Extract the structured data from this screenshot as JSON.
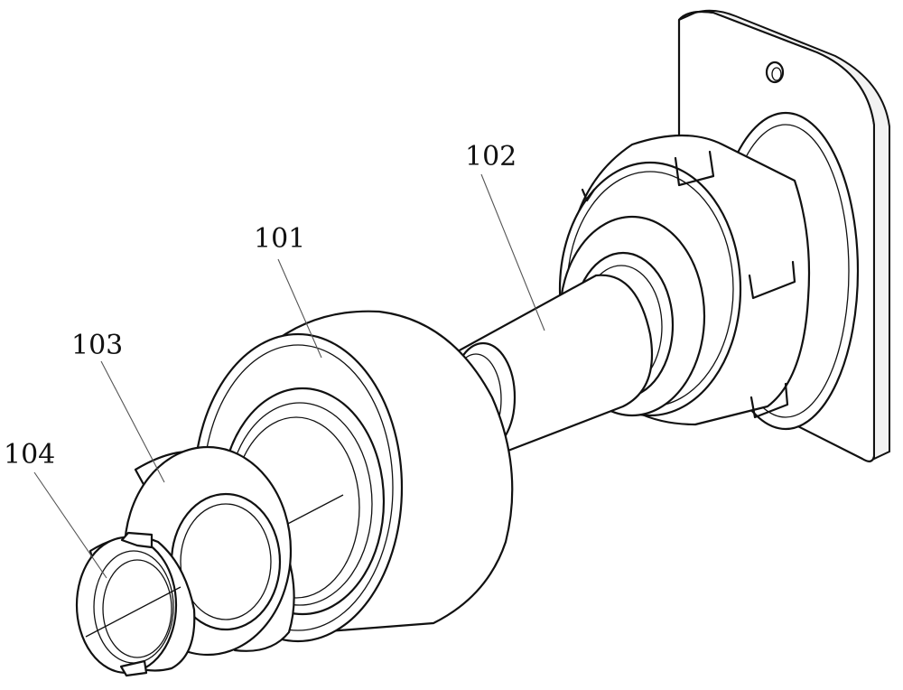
{
  "labels": {
    "part_101": "101",
    "part_102": "102",
    "part_103": "103",
    "part_104": "104"
  },
  "colors": {
    "line": "#111111",
    "background": "#ffffff",
    "leader": "#555555"
  }
}
